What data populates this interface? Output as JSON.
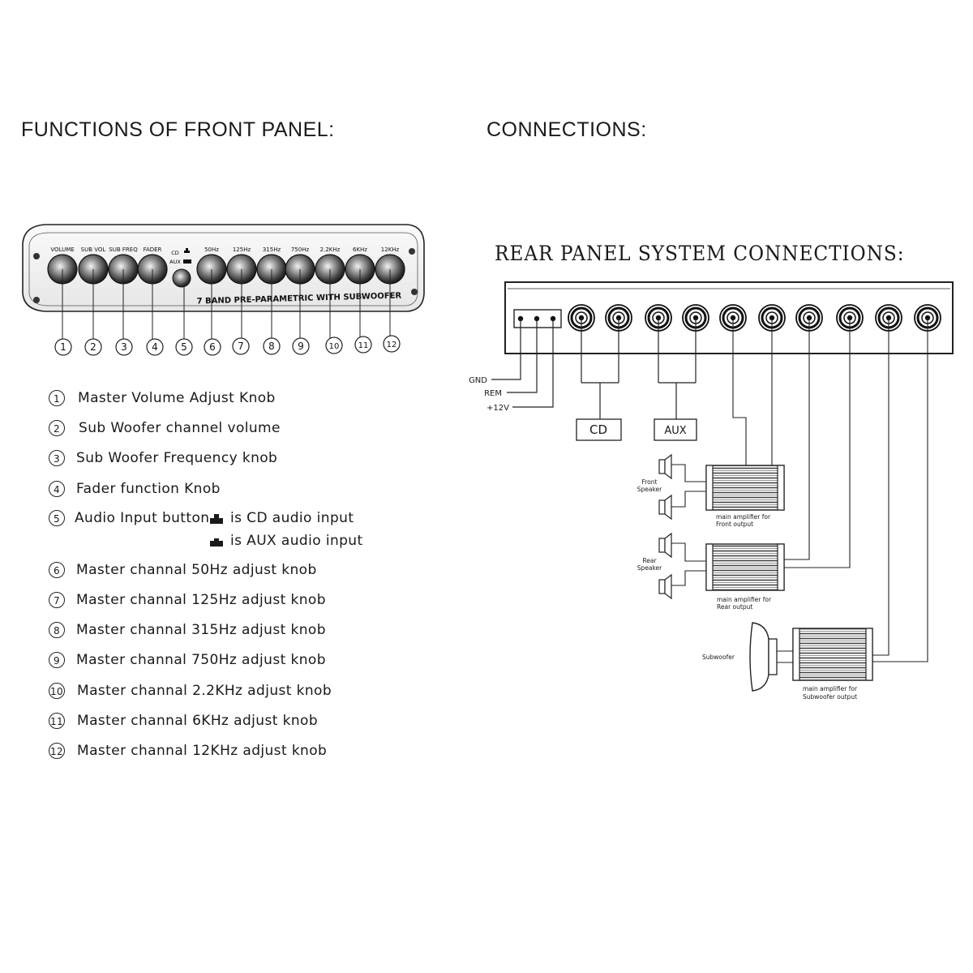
{
  "headings": {
    "front_panel": "FUNCTIONS OF FRONT PANEL:",
    "connections": "CONNECTIONS:",
    "rear_panel": "REAR PANEL SYSTEM CONNECTIONS:"
  },
  "front_panel": {
    "knob_labels": [
      "VOLUME",
      "SUB VOL",
      "SUB FREQ",
      "FADER",
      "50Hz",
      "125Hz",
      "315Hz",
      "750Hz",
      "2.2KHz",
      "6KHz",
      "12KHz"
    ],
    "input_labels": {
      "cd": "CD",
      "aux": "AUX"
    },
    "model_text": "7 BAND PRE-PARAMETRIC WITH SUBWOOFER",
    "callout_numbers": [
      "1",
      "2",
      "3",
      "4",
      "5",
      "6",
      "7",
      "8",
      "9",
      "10",
      "11",
      "12"
    ]
  },
  "legend": [
    {
      "num": "1",
      "text": "Master Volume Adjust Knob"
    },
    {
      "num": "2",
      "text": "Sub Woofer channel volume"
    },
    {
      "num": "3",
      "text": "Sub Woofer Frequency knob"
    },
    {
      "num": "4",
      "text": "Fader function Knob"
    },
    {
      "num": "5",
      "text": "Audio Input button",
      "cd_text": "is CD audio input",
      "aux_text": "is AUX audio input"
    },
    {
      "num": "6",
      "text": "Master channal 50Hz adjust knob"
    },
    {
      "num": "7",
      "text": "Master channal 125Hz adjust knob"
    },
    {
      "num": "8",
      "text": "Master channal 315Hz adjust knob"
    },
    {
      "num": "9",
      "text": "Master channal 750Hz adjust knob"
    },
    {
      "num": "10",
      "text": "Master channal 2.2KHz adjust knob"
    },
    {
      "num": "11",
      "text": "Master channal 6KHz adjust knob"
    },
    {
      "num": "12",
      "text": "Master channal 12KHz adjust knob"
    }
  ],
  "rear_panel": {
    "power_labels": [
      "GND",
      "REM",
      "+12V"
    ],
    "sources": {
      "cd": "CD",
      "aux": "AUX"
    },
    "front_speaker": "Front Speaker",
    "rear_speaker": "Rear Speaker",
    "subwoofer": "Subwoofer",
    "amp_front": "main amplifier for Front output",
    "amp_rear": "main amplifier for Rear output",
    "amp_sub": "main amplifier for Subwoofer output"
  }
}
